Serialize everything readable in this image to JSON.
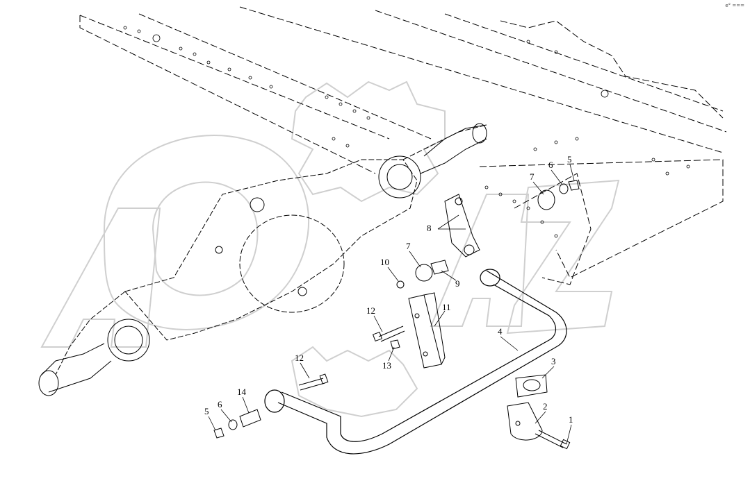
{
  "diagram": {
    "corner_mark": "e° ===",
    "callouts": [
      {
        "id": "c1",
        "label": "1"
      },
      {
        "id": "c2",
        "label": "2"
      },
      {
        "id": "c3",
        "label": "3"
      },
      {
        "id": "c4",
        "label": "4"
      },
      {
        "id": "c5a",
        "label": "5"
      },
      {
        "id": "c5b",
        "label": "5"
      },
      {
        "id": "c6a",
        "label": "6"
      },
      {
        "id": "c6b",
        "label": "6"
      },
      {
        "id": "c7a",
        "label": "7"
      },
      {
        "id": "c7b",
        "label": "7"
      },
      {
        "id": "c8",
        "label": "8"
      },
      {
        "id": "c9",
        "label": "9"
      },
      {
        "id": "c10",
        "label": "10"
      },
      {
        "id": "c11",
        "label": "11"
      },
      {
        "id": "c12a",
        "label": "12"
      },
      {
        "id": "c12b",
        "label": "12"
      },
      {
        "id": "c13",
        "label": "13"
      },
      {
        "id": "c14",
        "label": "14"
      }
    ],
    "colors": {
      "line": "#000000",
      "watermark": "#c8c8c8",
      "background": "#ffffff"
    }
  }
}
